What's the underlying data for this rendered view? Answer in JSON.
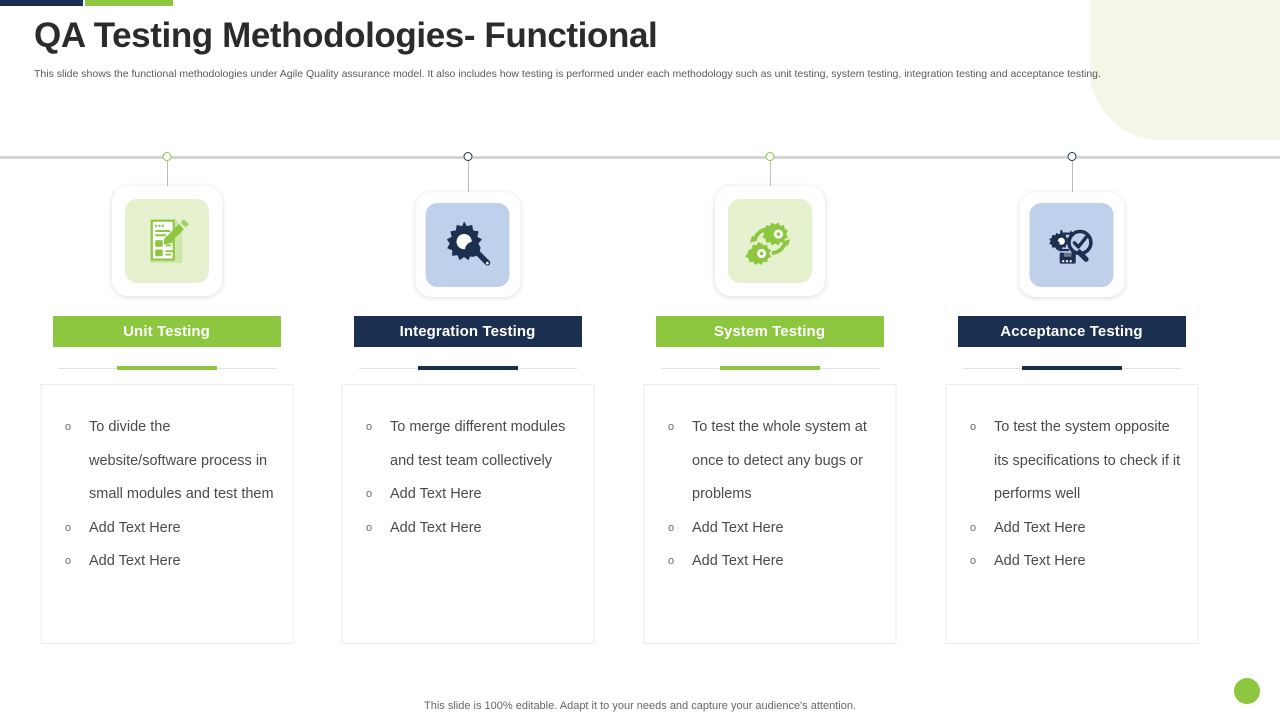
{
  "accents": {
    "navy": "#1b3050",
    "green": "#8dc63f",
    "pale_green": "#f2f7e8",
    "icon_blue_bg": "#bfd0ea",
    "icon_green_bg": "#e6f2cf"
  },
  "header": {
    "title": "QA Testing Methodologies- Functional",
    "subtitle": "This slide shows the functional methodologies under Agile Quality assurance model. It also includes how testing is performed  under each methodology  such as  unit testing, system testing, integration testing and acceptance testing."
  },
  "columns": [
    {
      "id": "unit-testing",
      "title": "Unit Testing",
      "theme": "green",
      "icon": "checklist-document-pencil-icon",
      "bullets": [
        "To divide the website/software process in small modules and test them",
        "Add Text Here",
        "Add Text Here"
      ]
    },
    {
      "id": "integration-testing",
      "title": "Integration Testing",
      "theme": "navy",
      "icon": "gear-wrench-icon",
      "bullets": [
        "To merge different modules and test team collectively",
        "Add Text Here",
        "Add Text Here"
      ]
    },
    {
      "id": "system-testing",
      "title": "System Testing",
      "theme": "green",
      "icon": "two-gears-refresh-icon",
      "bullets": [
        "To  test the whole system at once to detect any bugs or problems",
        "Add Text Here",
        "Add Text Here"
      ]
    },
    {
      "id": "acceptance-testing",
      "title": "Acceptance Testing",
      "theme": "navy",
      "icon": "magnifier-check-box-icon",
      "bullets": [
        "To  test the system opposite its specifications to check if it performs well",
        "Add Text Here",
        "Add Text Here"
      ]
    }
  ],
  "bullet_marker": "o",
  "footer": {
    "note": "This slide is 100% editable. Adapt it to your needs and capture your audience's attention."
  }
}
